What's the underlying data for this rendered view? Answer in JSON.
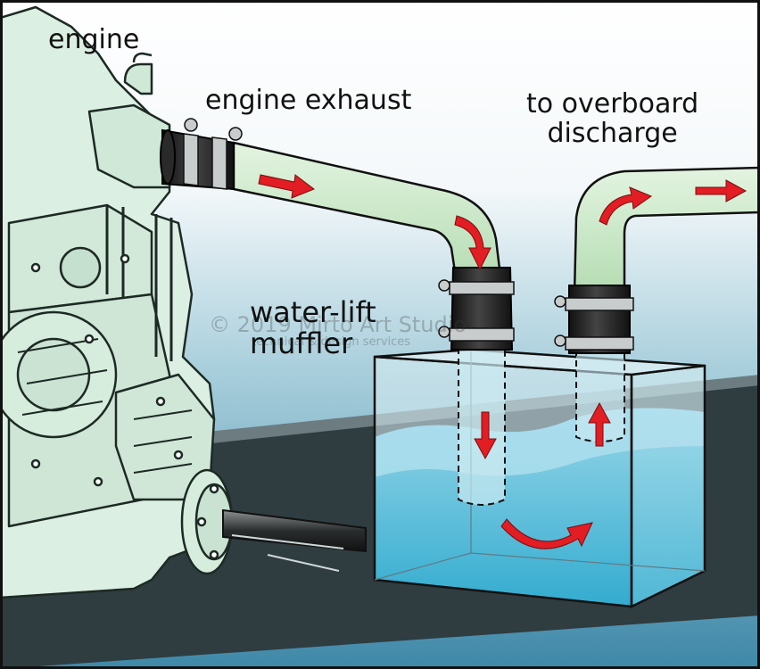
{
  "labels": {
    "engine": "engine",
    "engine_exhaust": "engine exhaust",
    "overboard_line1": "to overboard",
    "overboard_line2": "discharge",
    "muffler_line1": "water-lift",
    "muffler_line2": "muffler"
  },
  "watermark": {
    "main": "© 2019 Mirto Art Studio",
    "sub": "technical & design services"
  },
  "colors": {
    "border": "#111111",
    "background_top": "#ffffff",
    "background_bottom": "#4d93b0",
    "engine_fill": "#dcefe3",
    "hose_fill": "#c4e6c2",
    "water": "#3fb3d4",
    "tank_glass": "#cfe9ee",
    "arrow": "#e21d23",
    "hull_stripe": "#2d3a3e"
  },
  "icons": [
    "copyright-icon",
    "flow-arrow-icon",
    "hose-clamp-icon"
  ]
}
